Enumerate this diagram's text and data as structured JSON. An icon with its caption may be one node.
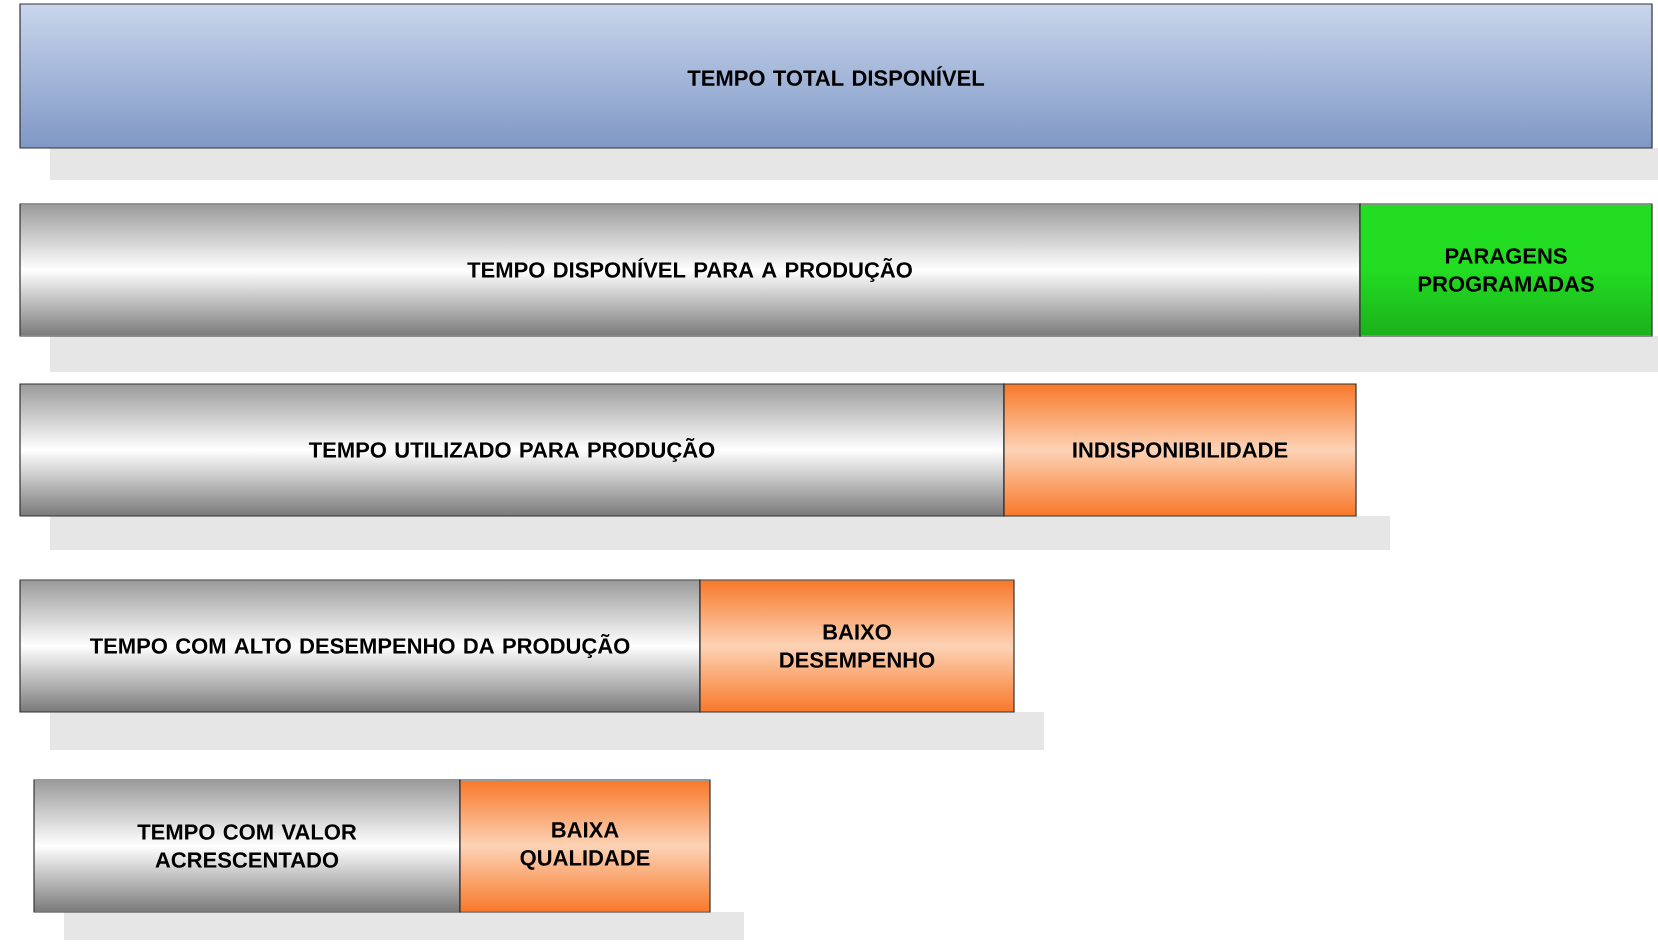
{
  "diagram": {
    "nodes": [
      {
        "text": [
          "TEMPO TOTAL DISPONÍVEL"
        ]
      },
      {
        "text": [
          "TEMPO DISPONÍVEL PARA A PRODUÇÃO"
        ]
      },
      {
        "text": [
          "PARAGENS PROGRAMADAS"
        ]
      },
      {
        "text": [
          "TEMPO UTILIZADO PARA PRODUÇÃO"
        ]
      },
      {
        "text": [
          "INDISPONIBILIDADE"
        ]
      },
      {
        "text": [
          "TEMPO COM ALTO DESEMPENHO DA PRODUÇÃO"
        ]
      },
      {
        "text": [
          "BAIXO DESEMPENHO"
        ]
      },
      {
        "text": [
          "TEMPO COM VALOR ACRESCENTADO"
        ]
      },
      {
        "text": [
          "BAIXA QUALIDADE"
        ]
      }
    ]
  }
}
